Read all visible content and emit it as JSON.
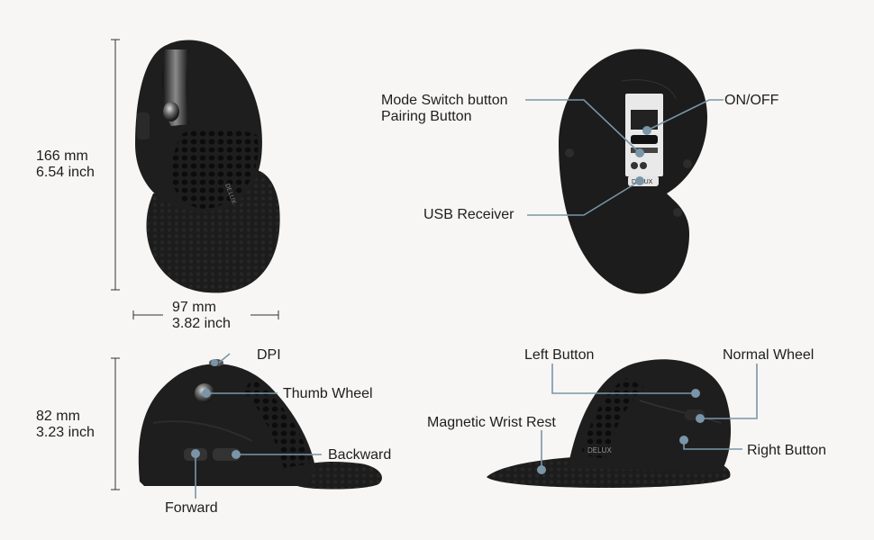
{
  "dimensions": {
    "height_top": {
      "mm": "166 mm",
      "inch": "6.54 inch"
    },
    "width_top": {
      "mm": "97 mm",
      "inch": "3.82 inch"
    },
    "height_side": {
      "mm": "82 mm",
      "inch": "3.23 inch"
    }
  },
  "callouts": {
    "mode_switch": "Mode Switch button",
    "pairing": "Pairing Button",
    "on_off": "ON/OFF",
    "usb_receiver": "USB Receiver",
    "dpi": "DPI",
    "thumb_wheel": "Thumb Wheel",
    "backward": "Backward",
    "forward": "Forward",
    "left_button": "Left Button",
    "normal_wheel": "Normal Wheel",
    "magnetic_wrist_rest": "Magnetic Wrist Rest",
    "right_button": "Right Button"
  },
  "brand": "DELUX",
  "colors": {
    "background": "#f7f6f4",
    "mouse_body": "#1c1c1c",
    "callout_line": "#7a95a8",
    "dimension_line": "#333333"
  }
}
